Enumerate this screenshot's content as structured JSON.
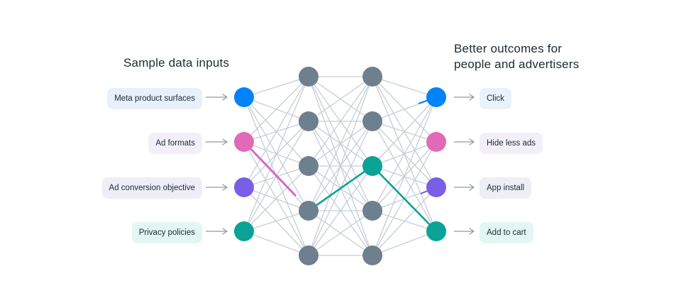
{
  "inputs_title": "Sample data inputs",
  "outputs_title": {
    "line1": "Better outcomes for",
    "line2": "people and advertisers"
  },
  "inputs": [
    {
      "label": "Meta product surfaces",
      "color": "#0082fb",
      "pill_bg": "#e7f0fb"
    },
    {
      "label": "Ad formats",
      "color": "#e06ab8",
      "pill_bg": "#f3effa"
    },
    {
      "label": "Ad conversion objective",
      "color": "#7a5ee6",
      "pill_bg": "#efedf8"
    },
    {
      "label": "Privacy policies",
      "color": "#0aa396",
      "pill_bg": "#e3f6f3"
    }
  ],
  "outputs": [
    {
      "label": "Click",
      "color": "#0082fb",
      "pill_bg": "#e9f1fb"
    },
    {
      "label": "Hide less ads",
      "color": "#e06ab8",
      "pill_bg": "#f3eff8"
    },
    {
      "label": "App install",
      "color": "#7a5ee6",
      "pill_bg": "#efeef7"
    },
    {
      "label": "Add to cart",
      "color": "#0aa396",
      "pill_bg": "#e3f6f3"
    }
  ],
  "colors": {
    "hidden_node": "#6e7f8e",
    "edge": "#c6ced6",
    "arrow": "#8f9aa4",
    "highlight_teal": "#0aa396",
    "highlight_pink": "#d46bc6",
    "highlight_purple": "#7a5ee6",
    "highlight_blue": "#0082fb"
  }
}
